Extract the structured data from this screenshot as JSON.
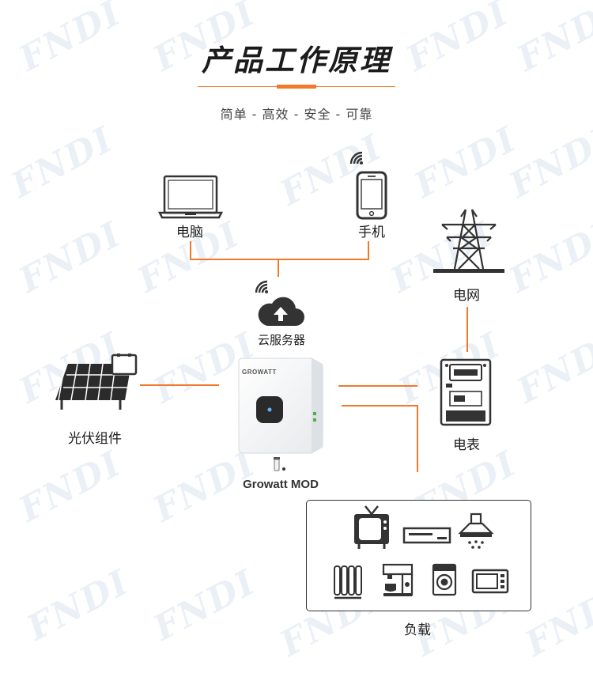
{
  "header": {
    "title": "产品工作原理",
    "subtitle": "简单 - 高效 - 安全 - 可靠"
  },
  "watermark": {
    "text": "FNDI"
  },
  "nodes": {
    "computer": "电脑",
    "phone": "手机",
    "grid": "电网",
    "cloud": "云服务器",
    "pv": "光伏组件",
    "meter": "电表",
    "inverter_brand": "GROWATT",
    "inverter_model": "Growatt MOD",
    "loads": "负载"
  },
  "colors": {
    "connector": "#f07a2a",
    "accent": "#f07a2a",
    "text": "#1b1b1b"
  },
  "icons": [
    "laptop-icon",
    "phone-icon",
    "wifi-icon",
    "cloud-upload-icon",
    "power-tower-icon",
    "solar-panel-icon",
    "inverter-image",
    "electric-meter-icon",
    "tv-icon",
    "dvd-player-icon",
    "range-hood-icon",
    "oil-heater-icon",
    "coffee-machine-icon",
    "washing-machine-icon",
    "microwave-icon",
    "wifi-dongle-icon"
  ]
}
